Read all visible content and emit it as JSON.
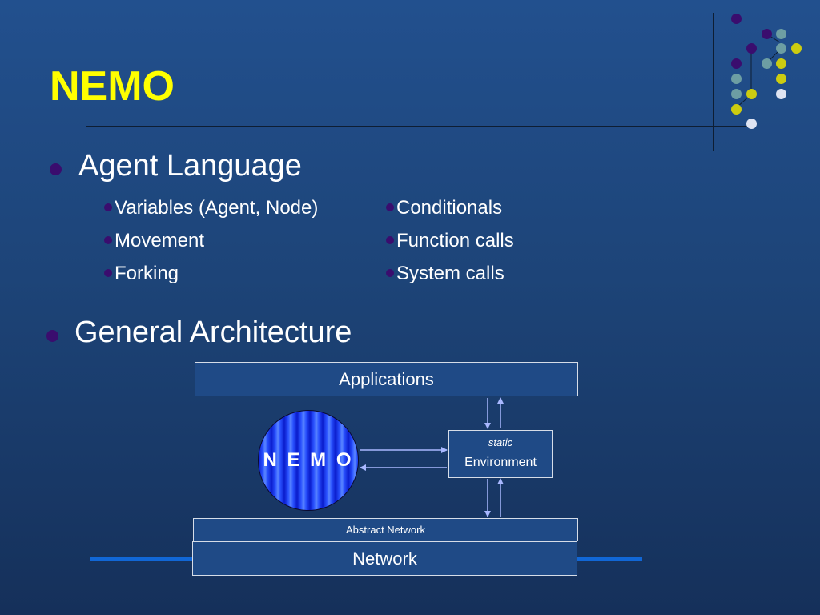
{
  "slide": {
    "title": "NEMO",
    "sections": [
      {
        "heading": "Agent Language",
        "items_left": [
          "Variables (Agent, Node)",
          "Movement",
          "Forking"
        ],
        "items_right": [
          "Conditionals",
          "Function calls",
          "System calls"
        ]
      },
      {
        "heading": "General Architecture"
      }
    ]
  },
  "diagram": {
    "applications": "Applications",
    "nemo": "N E M O",
    "environment_note": "static",
    "environment": "Environment",
    "abstract_network": "Abstract Network",
    "network": "Network"
  },
  "colors": {
    "title": "#ffff00",
    "bullet": "#3a0d6e",
    "box_fill": "#1f4a86",
    "arrow": "#a9b8ff",
    "accent_bar": "#1167d6"
  }
}
